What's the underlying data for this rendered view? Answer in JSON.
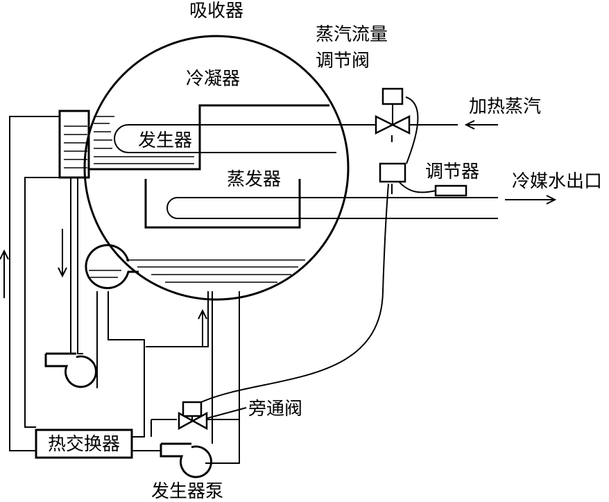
{
  "labels": {
    "absorber": "吸收器",
    "condenser": "冷凝器",
    "generator": "发生器",
    "evaporator": "蒸发器",
    "steam_valve_line1": "蒸汽流量",
    "steam_valve_line2": "调节阀",
    "heating_steam": "加热蒸汽",
    "regulator": "调节器",
    "chilled_water_outlet": "冷媒水出口",
    "bypass_valve": "旁通阀",
    "heat_exchanger": "热交换器",
    "generator_pump": "发生器泵"
  },
  "colors": {
    "line": "#000000",
    "background": "#ffffff"
  }
}
